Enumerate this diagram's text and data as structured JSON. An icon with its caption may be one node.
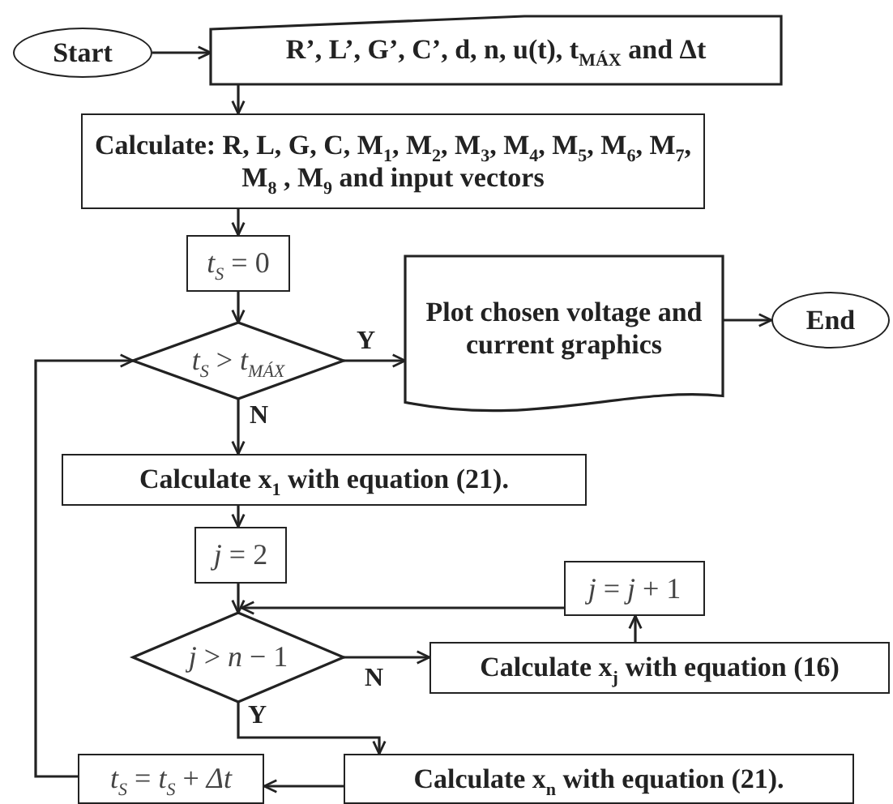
{
  "diagram": {
    "nodes": [
      {
        "text": [
          "Start"
        ]
      },
      {
        "text": [
          "R’, L’, G’, C’, d, n, u(t), t$_{MÁX}$ and Δt"
        ]
      },
      {
        "text": [
          "Calculate: R, L, G, C, M$_{1}$, M$_{2}$, M$_{3}$, M$_{4}$, M$_{5}$, M$_{6}$, M$_{7}$, M$_{8}$ , M$_{9}$ and input vectors"
        ]
      },
      {
        "text": [
          "*t*$_{S}$ = 0"
        ]
      },
      {
        "text": [
          "*t*$_{S}$ > *t*$_{MÁX}$"
        ]
      },
      {
        "text": [
          "Plot chosen voltage and current graphics"
        ]
      },
      {
        "text": [
          "End"
        ]
      },
      {
        "text": [
          "Calculate x$_{1}$ with equation (21)."
        ]
      },
      {
        "text": [
          "*j* = 2"
        ]
      },
      {
        "text": [
          "*j* > *n* − 1"
        ]
      },
      {
        "text": [
          "*j* = *j* + 1"
        ]
      },
      {
        "text": [
          "Calculate x$_{j}$ with equation (16)"
        ]
      },
      {
        "text": [
          "*t*$_{S}$ = *t*$_{S}$ + *Δt*"
        ]
      },
      {
        "text": [
          "Calculate x$_{n}$ with equation (21)."
        ]
      }
    ],
    "edges": [
      {
        "from": 0,
        "to": 1,
        "arrow": "to"
      },
      {
        "from": 1,
        "to": 2,
        "arrow": "to"
      },
      {
        "from": 2,
        "to": 3,
        "arrow": "to"
      },
      {
        "from": 3,
        "to": 4,
        "arrow": "to"
      },
      {
        "from": 4,
        "to": 5,
        "arrow": "to",
        "label": "Y"
      },
      {
        "from": 5,
        "to": 6,
        "arrow": "to"
      },
      {
        "from": 4,
        "to": 7,
        "arrow": "to",
        "label": "N"
      },
      {
        "from": 7,
        "to": 8,
        "arrow": "to"
      },
      {
        "from": 8,
        "to": 9,
        "arrow": "to"
      },
      {
        "from": 9,
        "to": 11,
        "arrow": "to",
        "label": "N"
      },
      {
        "from": 11,
        "to": 10,
        "arrow": "to"
      },
      {
        "from": 10,
        "to": 9,
        "arrow": "to"
      },
      {
        "from": 9,
        "to": 13,
        "arrow": "to",
        "label": "Y"
      },
      {
        "from": 13,
        "to": 12,
        "arrow": "to"
      },
      {
        "from": 12,
        "to": 4,
        "arrow": "to"
      }
    ]
  }
}
